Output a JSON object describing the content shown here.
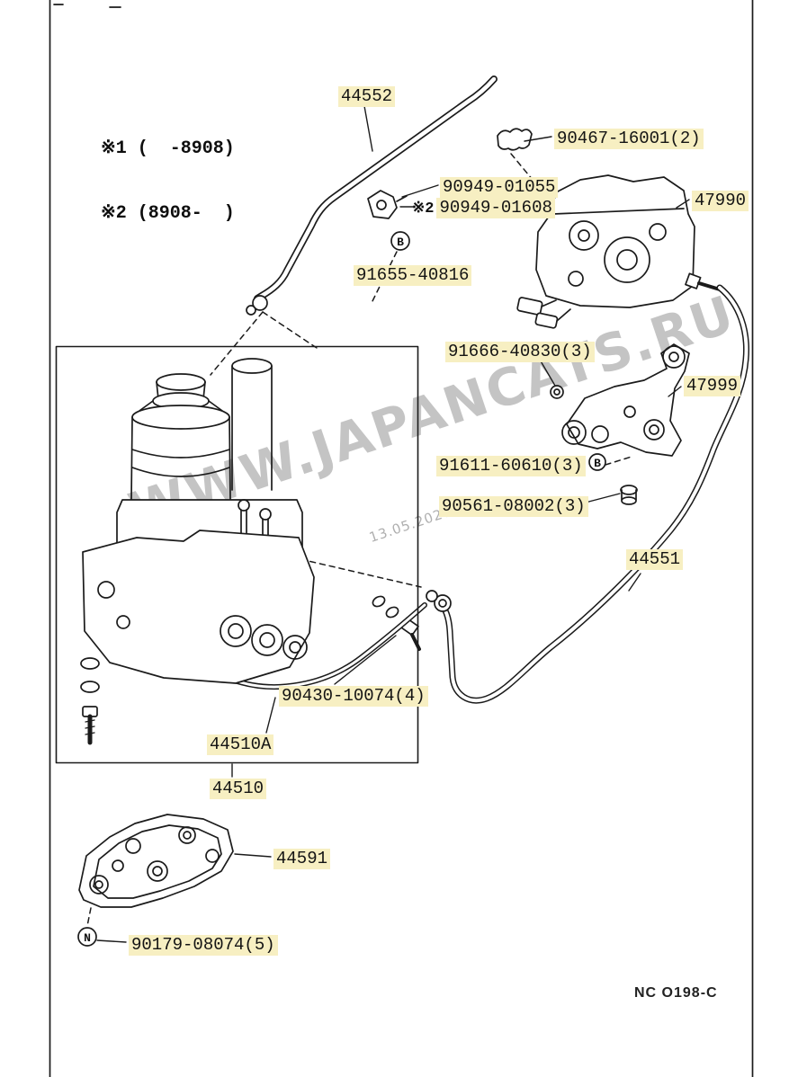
{
  "page": {
    "watermark": "WWW.JAPANCATS.RU",
    "watermark_date": "13.05.2020",
    "plate_code": "NC O198-C",
    "highlight_color": "#f7efc2",
    "line_color": "#1b1b1b"
  },
  "legend": {
    "line1": "※1 (  -8908)",
    "line2": "※2 (8908-  )"
  },
  "callouts": {
    "b_91655": "B",
    "b_91611": "B",
    "n_90179": "N"
  },
  "labels": {
    "p44552": {
      "text": "44552"
    },
    "p90467": {
      "text": "90467-16001(2)"
    },
    "p90949a": {
      "text": "90949-01055"
    },
    "p90949b": {
      "marker": "※2",
      "text": "90949-01608"
    },
    "p47990": {
      "text": "47990"
    },
    "p91655": {
      "text": "91655-40816"
    },
    "p91666": {
      "text": "91666-40830(3)"
    },
    "p47999": {
      "text": "47999"
    },
    "p91611": {
      "text": "91611-60610(3)"
    },
    "p90561": {
      "text": "90561-08002(3)"
    },
    "p44551": {
      "text": "44551"
    },
    "p90430": {
      "text": "90430-10074(4)"
    },
    "p44510a": {
      "text": "44510A"
    },
    "p44510": {
      "text": "44510"
    },
    "p44591": {
      "text": "44591"
    },
    "p90179": {
      "text": "90179-08074(5)"
    }
  }
}
